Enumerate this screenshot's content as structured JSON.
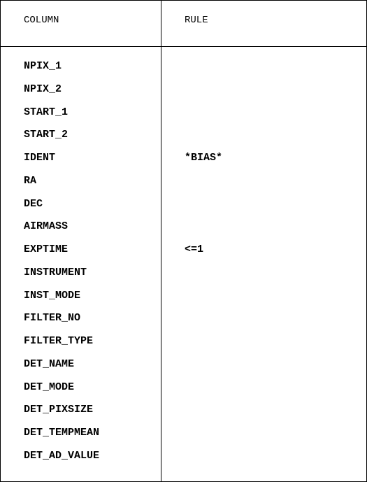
{
  "header": {
    "column_label": "COLUMN",
    "rule_label": "RULE"
  },
  "rows": [
    {
      "column": "NPIX_1",
      "rule": ""
    },
    {
      "column": "NPIX_2",
      "rule": ""
    },
    {
      "column": "START_1",
      "rule": ""
    },
    {
      "column": "START_2",
      "rule": ""
    },
    {
      "column": "IDENT",
      "rule": "*BIAS*"
    },
    {
      "column": "RA",
      "rule": ""
    },
    {
      "column": "DEC",
      "rule": ""
    },
    {
      "column": "AIRMASS",
      "rule": ""
    },
    {
      "column": "EXPTIME",
      "rule": "<=1"
    },
    {
      "column": "INSTRUMENT",
      "rule": ""
    },
    {
      "column": "INST_MODE",
      "rule": ""
    },
    {
      "column": "FILTER_NO",
      "rule": ""
    },
    {
      "column": "FILTER_TYPE",
      "rule": ""
    },
    {
      "column": "DET_NAME",
      "rule": ""
    },
    {
      "column": "DET_MODE",
      "rule": ""
    },
    {
      "column": "DET_PIXSIZE",
      "rule": ""
    },
    {
      "column": "DET_TEMPMEAN",
      "rule": ""
    },
    {
      "column": "DET_AD_VALUE",
      "rule": ""
    }
  ]
}
